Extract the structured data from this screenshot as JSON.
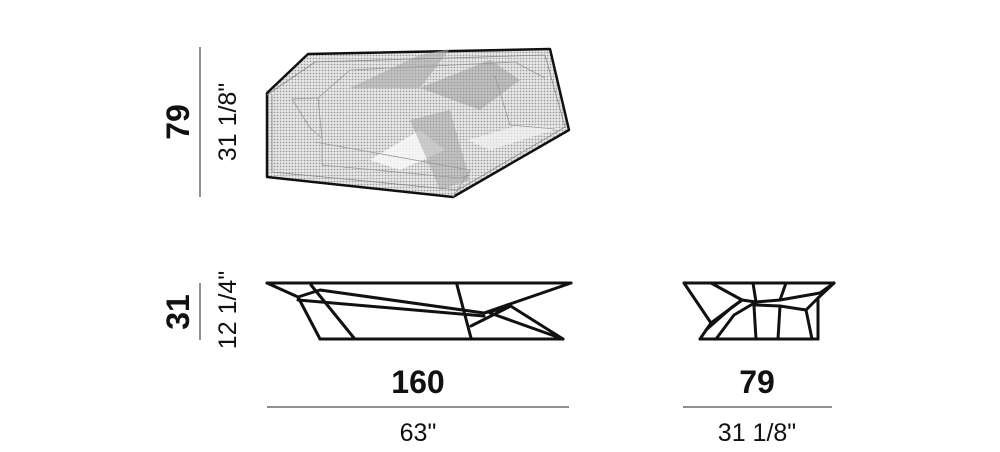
{
  "top_view": {
    "depth_cm": "79",
    "depth_in": "31 1/8\""
  },
  "side_view": {
    "height_cm": "31",
    "height_in": "12 1/4\"",
    "length_cm": "160",
    "length_in": "63\""
  },
  "front_view": {
    "width_cm": "79",
    "width_in": "31 1/8\""
  },
  "colors": {
    "line": "#111111",
    "glass": "#b5b5b5"
  }
}
